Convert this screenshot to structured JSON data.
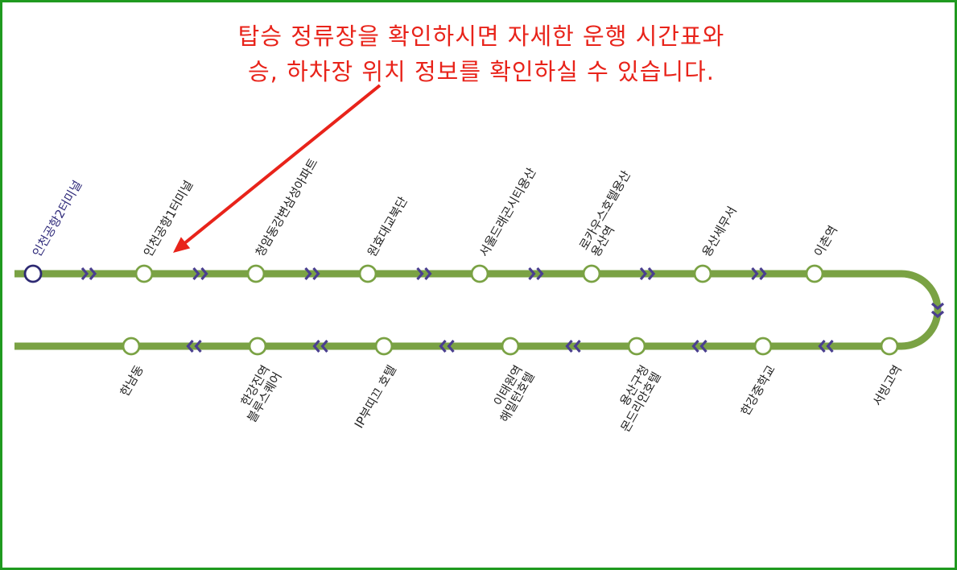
{
  "notice": {
    "line1": "탑승 정류장을 확인하시면 자세한 운행 시간표와",
    "line2": "승, 하차장 위치 정보를 확인하실 수 있습니다."
  },
  "colors": {
    "route_line": "#7aa244",
    "station_ring": "#7aa244",
    "current_station_ring": "#2e2a73",
    "direction_arrow": "#4a3f8f",
    "notice_text": "#e8231a",
    "pointer_arrow": "#e8231a",
    "frame_border": "#1f9a1f"
  },
  "outbound_stations": [
    {
      "id": "s1",
      "lines": [
        "인천공항2터미널"
      ],
      "current": true
    },
    {
      "id": "s2",
      "lines": [
        "인천공항1터미널"
      ]
    },
    {
      "id": "s3",
      "lines": [
        "청암동강변삼성아파트"
      ]
    },
    {
      "id": "s4",
      "lines": [
        "원효대교북단"
      ]
    },
    {
      "id": "s5",
      "lines": [
        "서울드래곤시티용산"
      ]
    },
    {
      "id": "s6",
      "lines": [
        "로카우스호텔용산",
        "용산역"
      ]
    },
    {
      "id": "s7",
      "lines": [
        "용산세무서"
      ]
    },
    {
      "id": "s8",
      "lines": [
        "이촌역"
      ]
    }
  ],
  "return_stations": [
    {
      "id": "r1",
      "lines": [
        "한남동"
      ]
    },
    {
      "id": "r2",
      "lines": [
        "한강진역",
        "블루스퀘어"
      ]
    },
    {
      "id": "r3",
      "lines": [
        "IP부띠끄 호텔"
      ]
    },
    {
      "id": "r4",
      "lines": [
        "이태원역",
        "해밀턴호텔"
      ]
    },
    {
      "id": "r5",
      "lines": [
        "용산구청",
        "몬드리안호텔"
      ]
    },
    {
      "id": "r6",
      "lines": [
        "한강중학교"
      ]
    },
    {
      "id": "r7",
      "lines": [
        "서빙고역"
      ]
    }
  ],
  "pointer_target": "s2"
}
